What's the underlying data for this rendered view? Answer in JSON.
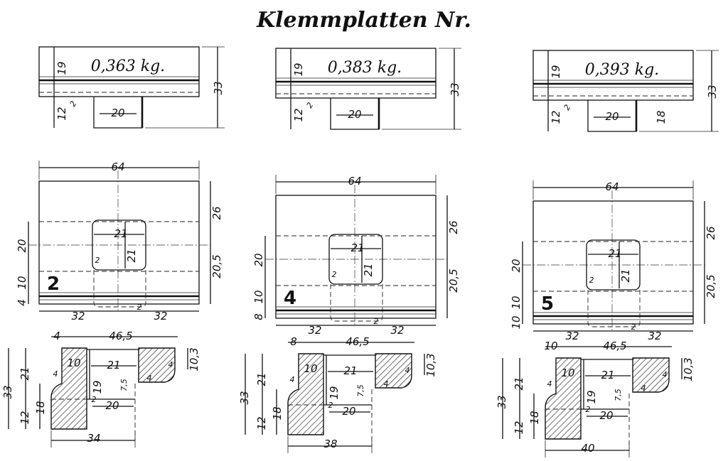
{
  "title": "Klemmplatten Nr.",
  "plates": [
    {
      "number": "2",
      "weight": "0,363 kg.",
      "side": {
        "h_top": "19",
        "h_bottom": "12",
        "t": "2",
        "stem": "20",
        "total": "33",
        "extra": ""
      },
      "plan": {
        "width": "64",
        "d1": "20",
        "d2": "10",
        "d3": "4",
        "r1": "26",
        "r2": "20,5",
        "hole_w": "21",
        "hole_h": "21",
        "c1": "2",
        "c2": "2",
        "half_l": "32",
        "half_r": "32"
      },
      "section": {
        "top_left": "4",
        "top_span": "46,5",
        "lip": "10",
        "inner": "21",
        "rib": "19",
        "r1": "7,5",
        "r2": "4",
        "r3": "4",
        "small": "2",
        "bot": "20",
        "right_h": "10,3",
        "h_total": "33",
        "h_a": "21",
        "h_b": "12",
        "h_c": "18",
        "base": "34"
      }
    },
    {
      "number": "4",
      "weight": "0,383 kg.",
      "side": {
        "h_top": "19",
        "h_bottom": "12",
        "t": "2",
        "stem": "20",
        "total": "33",
        "extra": ""
      },
      "plan": {
        "width": "64",
        "d1": "20",
        "d2": "10",
        "d3": "8",
        "r1": "26",
        "r2": "20,5",
        "hole_w": "21",
        "hole_h": "21",
        "c1": "2",
        "c2": "2",
        "half_l": "32",
        "half_r": "32"
      },
      "section": {
        "top_left": "8",
        "top_span": "46,5",
        "lip": "10",
        "inner": "21",
        "rib": "19",
        "r1": "7,5",
        "r2": "4",
        "r3": "4",
        "small": "2",
        "bot": "20",
        "right_h": "10,3",
        "h_total": "33",
        "h_a": "21",
        "h_b": "12",
        "h_c": "18",
        "base": "38"
      }
    },
    {
      "number": "5",
      "weight": "0,393 kg.",
      "side": {
        "h_top": "19",
        "h_bottom": "12",
        "t": "2",
        "stem": "20",
        "total": "33",
        "extra": "18"
      },
      "plan": {
        "width": "64",
        "d1": "20",
        "d2": "10",
        "d3": "10",
        "r1": "26",
        "r2": "20,5",
        "hole_w": "21",
        "hole_h": "21",
        "c1": "2",
        "c2": "2",
        "half_l": "32",
        "half_r": "32"
      },
      "section": {
        "top_left": "10",
        "top_span": "46,5",
        "lip": "10",
        "inner": "21",
        "rib": "19",
        "r1": "7,5",
        "r2": "4",
        "r3": "4",
        "small": "2",
        "bot": "20",
        "right_h": "10,3",
        "h_total": "33",
        "h_a": "21",
        "h_b": "12",
        "h_c": "18",
        "base": "40"
      }
    }
  ]
}
